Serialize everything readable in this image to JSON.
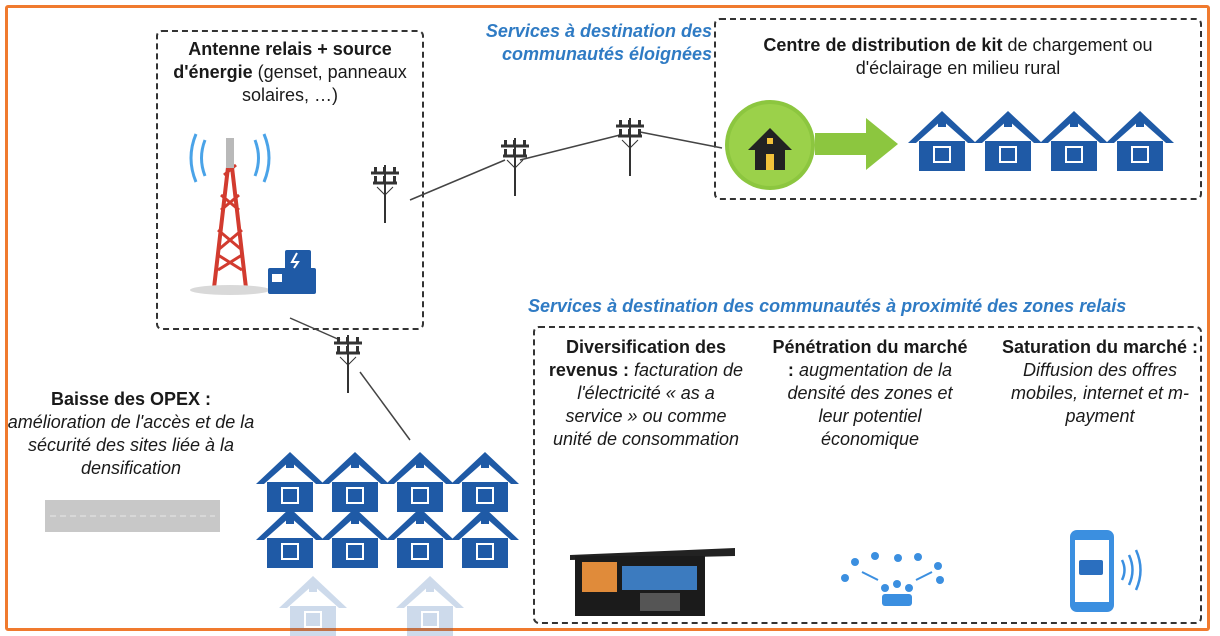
{
  "antenna_box": {
    "title_bold": "Antenne relais + source d'énergie",
    "title_rest": " (genset, panneaux solaires, …)"
  },
  "remote_services_label": "Services à destination des communautés éloignées",
  "kit_center": {
    "title_bold": "Centre de distribution de kit",
    "title_rest": " de chargement ou d'éclairage en milieu rural"
  },
  "proximity_services_label": "Services à destination des communautés à proximité des zones relais",
  "opex": {
    "title": "Baisse des OPEX :",
    "body": "amélioration de l'accès et de la sécurité des sites liée à la densification"
  },
  "columns": [
    {
      "title": "Diversification des revenus :",
      "body": "facturation de l'électricité « as a service » ou comme unité de consommation"
    },
    {
      "title": "Pénétration du marché :",
      "body": "augmentation de la densité des zones et leur potentiel économique"
    },
    {
      "title": "Saturation du marché :",
      "body": "Diffusion des offres mobiles, internet et m-payment"
    }
  ],
  "colors": {
    "frame": "#f07a2e",
    "accent_blue": "#2f7bc4",
    "house": "#1f5aa6",
    "green_hub": "#8cc63f"
  },
  "icons": [
    "cell-tower-icon",
    "generator-icon",
    "power-pole-icon",
    "house-icon",
    "arrow-right-icon",
    "solar-kiosk-icon",
    "people-network-icon",
    "smartphone-payment-icon"
  ]
}
